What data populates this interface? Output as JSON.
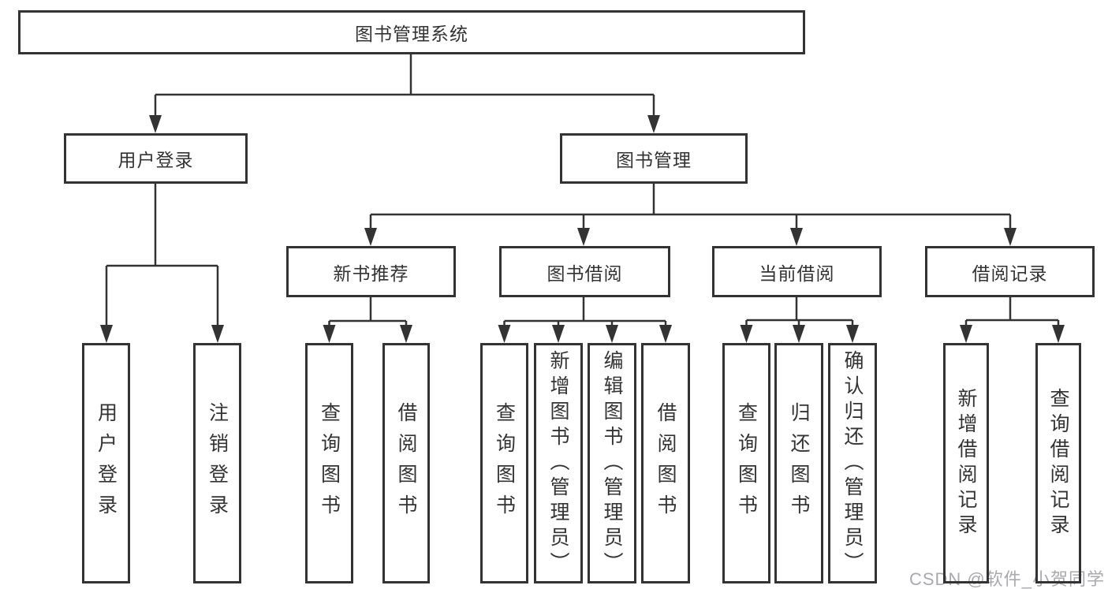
{
  "diagram_title": "图书管理系统",
  "colors": {
    "line": "#333333",
    "box_border": "#333333",
    "text": "#333333",
    "watermark": "#a9a9ae",
    "background": "#ffffff"
  },
  "nodes": {
    "root": {
      "label": "图书管理系统"
    },
    "level1": {
      "user_login": {
        "label": "用户登录"
      },
      "book_management": {
        "label": "图书管理"
      }
    },
    "level2": {
      "new_book_recommend": {
        "label": "新书推荐"
      },
      "book_borrow": {
        "label": "图书借阅"
      },
      "current_borrow": {
        "label": "当前借阅"
      },
      "borrow_records": {
        "label": "借阅记录"
      }
    },
    "leaves": {
      "user_login": {
        "label": "用户登录"
      },
      "logout": {
        "label": "注销登录"
      },
      "recommend_query_book": {
        "label": "查询图书"
      },
      "recommend_borrow_book": {
        "label": "借阅图书"
      },
      "borrow_query_book": {
        "label": "查询图书"
      },
      "add_book_admin": {
        "label": "新增图书（管理员）"
      },
      "edit_book_admin": {
        "label": "编辑图书（管理员）"
      },
      "borrow_borrow_book": {
        "label": "借阅图书"
      },
      "current_query_book": {
        "label": "查询图书"
      },
      "return_book": {
        "label": "归还图书"
      },
      "confirm_return_admin": {
        "label": "确认归还（管理员）"
      },
      "add_borrow_record": {
        "label": "新增借阅记录"
      },
      "query_borrow_record": {
        "label": "查询借阅记录"
      }
    }
  },
  "watermark": {
    "text": "CSDN @软件_小贺同学"
  }
}
